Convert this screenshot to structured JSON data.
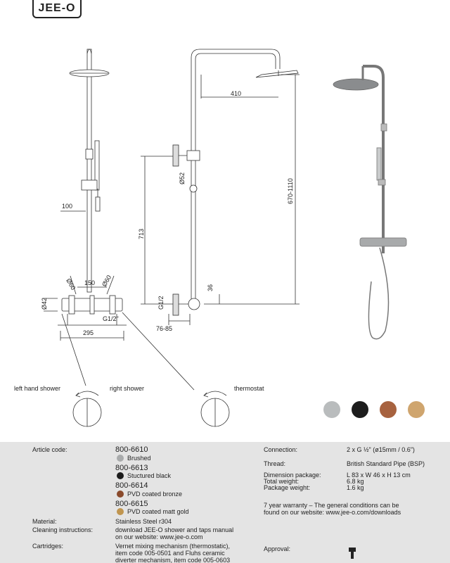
{
  "logo": {
    "text": "JEE-O"
  },
  "dims": {
    "d100": "100",
    "d150": "150",
    "d295": "295",
    "d42": "Ø42",
    "d60l": "Ø60",
    "d60r": "Ø60",
    "g12a": "G1/2\"",
    "d410": "410",
    "d52": "Ø52",
    "d713": "713",
    "d670": "670-1110",
    "d36": "36",
    "g12b": "G1/2",
    "d7685": "76-85"
  },
  "labels": {
    "left_shower": "left hand shower",
    "right_shower": "right shower",
    "thermostat": "thermostat"
  },
  "finish_colors": [
    "#b9bcbd",
    "#1d1d1d",
    "#a7623f",
    "#cfa56e"
  ],
  "spec": {
    "article_label": "Article code:",
    "articles": [
      {
        "code": "800-6610",
        "finish": "Brushed",
        "color": "#a9abac"
      },
      {
        "code": "800-6613",
        "finish": "Stuctured black",
        "color": "#1c1c1c"
      },
      {
        "code": "800-6614",
        "finish": "PVD coated bronze",
        "color": "#8a4a2c"
      },
      {
        "code": "800-6615",
        "finish": "PVD coated matt gold",
        "color": "#c0954f"
      }
    ],
    "material_label": "Material:",
    "material": "Stainless Steel r304",
    "cleaning_label": "Cleaning instructions:",
    "cleaning_1": "download JEE-O shower and taps manual",
    "cleaning_2": "on our website: www.jee-o.com",
    "cartridges_label": "Cartridges:",
    "cart_1": "Vernet mixing mechanism (thermostatic),",
    "cart_2": "item code 005-0501 and Fluhs ceramic",
    "cart_3": "diverter mechanism, item code 005-0603",
    "connection_label": "Connection:",
    "connection": "2 x G ½\" (ø15mm / 0.6\")",
    "thread_label": "Thread:",
    "thread": "British Standard Pipe (BSP)",
    "dimpack_label": "Dimension package:",
    "dimpack": "L 83 x W 46 x H 13 cm",
    "totweight_label": "Total weight:",
    "totweight": "6.8 kg",
    "packweight_label": "Package weight:",
    "packweight": "1.6 kg",
    "warranty_1": "7 year warranty – The general conditions can be",
    "warranty_2": "found on our website: www.jee-o.com/downloads",
    "approval_label": "Approval:"
  }
}
